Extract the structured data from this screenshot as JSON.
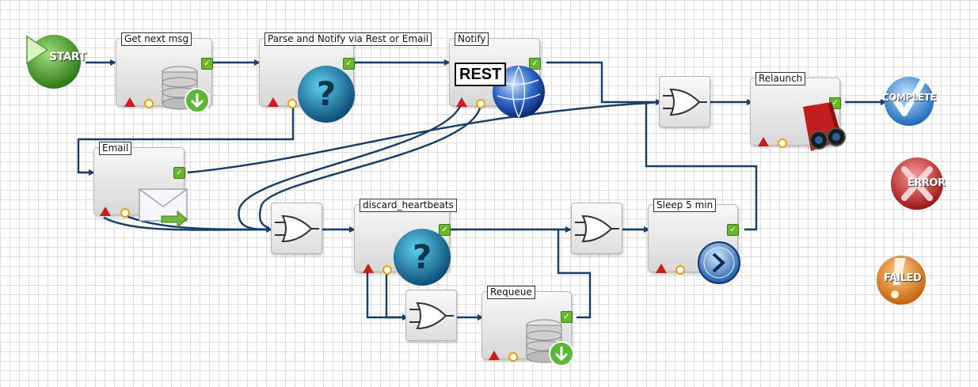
{
  "terminals": {
    "start": "START",
    "complete": "COMPLETE",
    "error": "ERROR",
    "failed": "FAILED"
  },
  "nodes": {
    "get_next_msg": "Get next msg",
    "parse_notify": "Parse and Notify via Rest or Email",
    "notify": "Notify",
    "rest_badge": "REST",
    "relaunch": "Relaunch",
    "email": "Email",
    "discard_heartbeats": "discard_heartbeats",
    "sleep": "Sleep 5 min",
    "requeue": "Requeue"
  },
  "icons": {
    "start": "start-play-icon",
    "database": "database-download-icon",
    "question": "question-decision-icon",
    "globe": "globe-rest-icon",
    "or_gate": "or-gate-icon",
    "binoculars": "binoculars-icon",
    "envelope": "envelope-send-icon",
    "clock": "clock-sleep-icon",
    "ok": "check-port-icon",
    "error_port": "error-port-icon",
    "timeout_port": "timeout-port-icon"
  },
  "colors": {
    "wire": "#163e68",
    "ok": "#69b52b",
    "error": "#c81d1d",
    "ring": "#f0a000",
    "start": "#3f9a2a",
    "complete": "#3383cc",
    "error_term": "#c42a2a",
    "failed": "#e0801e"
  }
}
